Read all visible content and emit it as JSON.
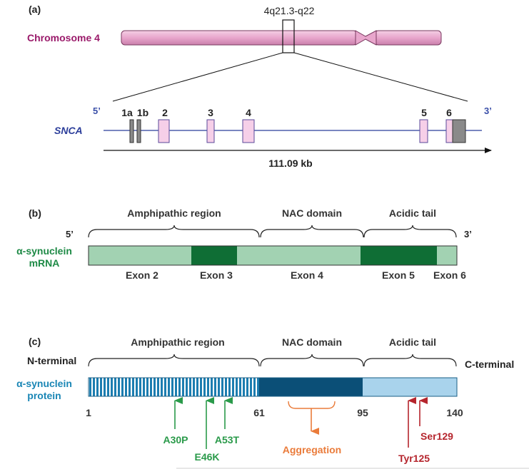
{
  "panel_a": {
    "label": "(a)",
    "locus": "4q21.3-q22",
    "chromosome": "Chromosome 4",
    "gene": "SNCA",
    "five_prime": "5’",
    "three_prime": "3’",
    "exons": [
      "1a",
      "1b",
      "2",
      "3",
      "4",
      "5",
      "6"
    ],
    "length": "111.09 kb",
    "colors": {
      "chromosome": "#e8a6cc",
      "line": "#2b3d9a",
      "exon": "#f6cfe8",
      "exon_dark": "#8a8a8a"
    }
  },
  "panel_b": {
    "label": "(b)",
    "regions": [
      "Amphipathic region",
      "NAC domain",
      "Acidic tail"
    ],
    "five_prime": "5’",
    "three_prime": "3’",
    "molecule_line1": "α-synuclein",
    "molecule_line2": "mRNA",
    "exons": [
      "Exon 2",
      "Exon 3",
      "Exon 4",
      "Exon 5",
      "Exon 6"
    ],
    "colors": {
      "light": "#a2d2b2",
      "dark": "#0f6e35",
      "text": "#1e8a46"
    }
  },
  "panel_c": {
    "label": "(c)",
    "regions": [
      "Amphipathic region",
      "NAC domain",
      "Acidic tail"
    ],
    "n_terminal": "N-terminal",
    "c_terminal": "C-terminal",
    "molecule_line1": "α-synuclein",
    "molecule_line2": "protein",
    "positions": [
      "1",
      "61",
      "95",
      "140"
    ],
    "mutations": [
      "A30P",
      "E46K",
      "A53T"
    ],
    "aggregation": "Aggregation",
    "phospho": [
      "Tyr125",
      "Ser129"
    ],
    "colors": {
      "striped": "#1c7db0",
      "nac": "#0b4f77",
      "tail": "#a9d3ec",
      "text": "#1a86b5",
      "mutation": "#2a9a4a",
      "aggregation": "#ea7b3a",
      "phospho": "#b5252d"
    }
  }
}
